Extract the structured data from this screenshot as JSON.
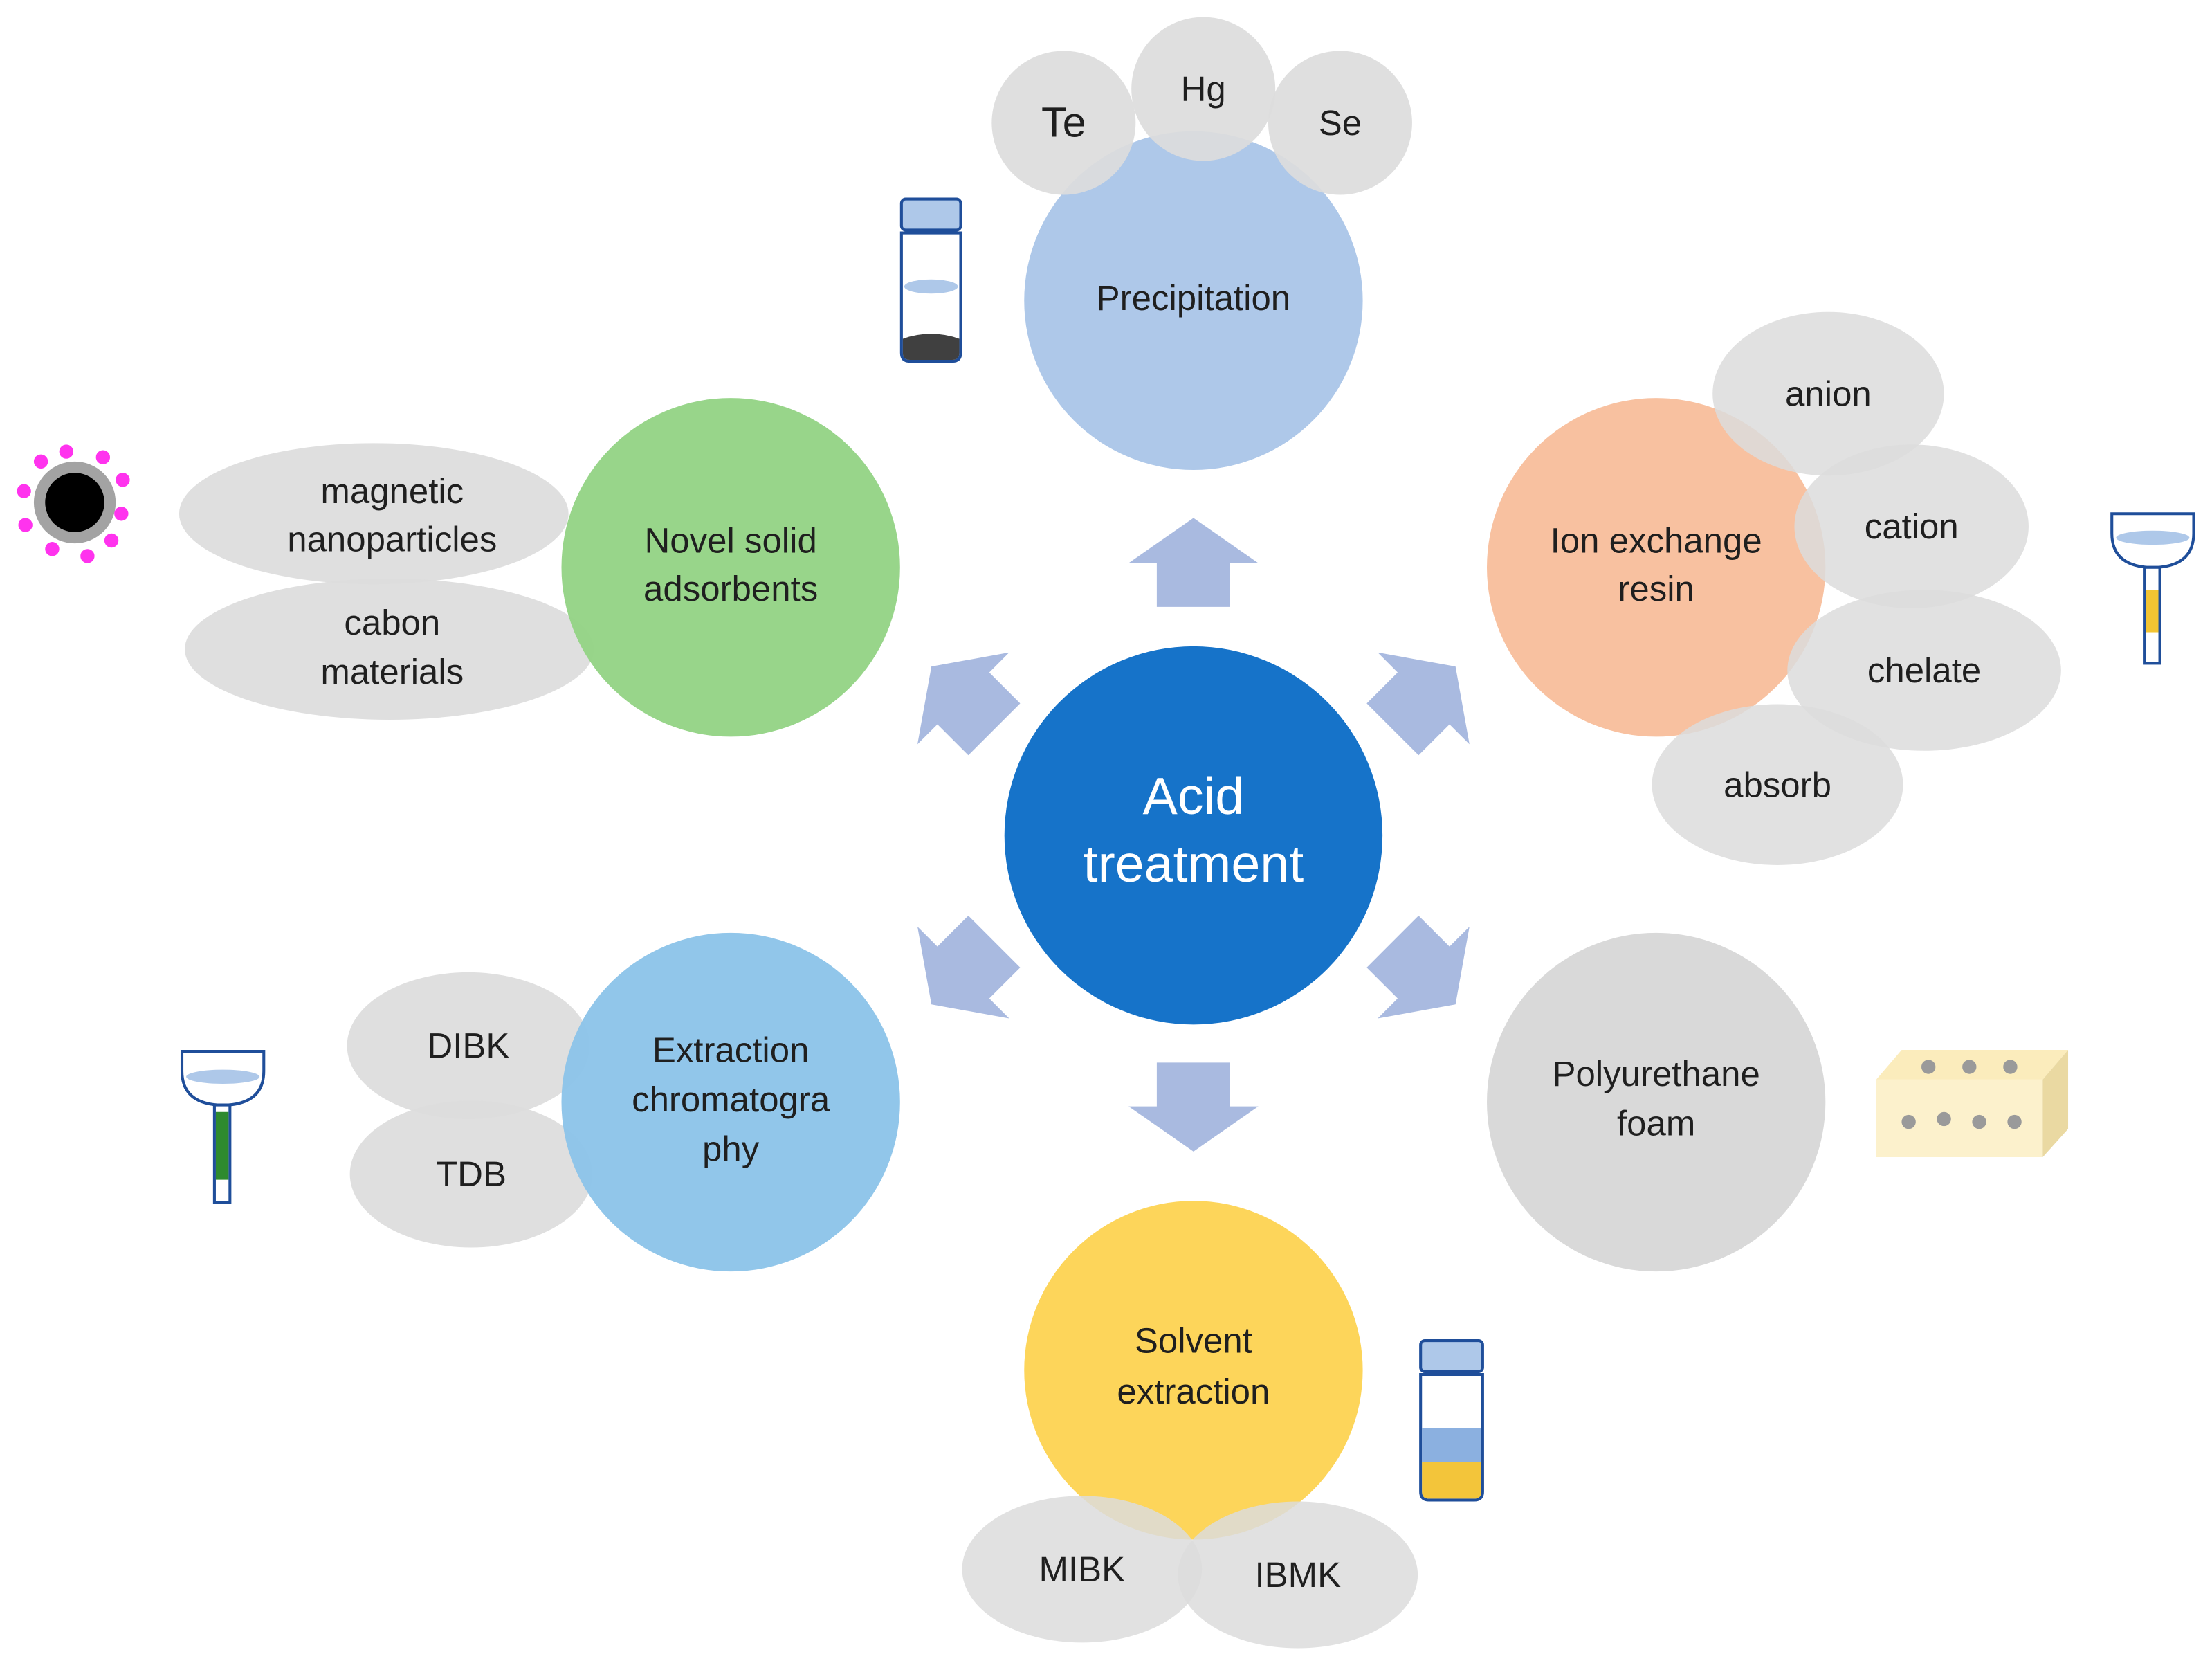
{
  "center": {
    "line1": "Acid",
    "line2": "treatment"
  },
  "nodes": {
    "precipitation": {
      "label": "Precipitation",
      "subs": [
        "Te",
        "Hg",
        "Se"
      ]
    },
    "ion_exchange": {
      "line1": "Ion exchange",
      "line2": "resin",
      "subs": [
        "anion",
        "cation",
        "chelate",
        "absorb"
      ]
    },
    "polyurethane": {
      "line1": "Polyurethane",
      "line2": "foam"
    },
    "solvent": {
      "line1": "Solvent",
      "line2": "extraction",
      "subs": [
        "MIBK",
        "IBMK"
      ]
    },
    "extraction_chrom": {
      "line1": "Extraction",
      "line2": "chromatogra",
      "line3": "phy",
      "subs": [
        "DIBK",
        "TDB"
      ]
    },
    "novel_solid": {
      "line1": "Novel solid",
      "line2": "adsorbents",
      "subs": [
        {
          "line1": "magnetic",
          "line2": "nanoparticles"
        },
        {
          "line1": "cabon",
          "line2": "materials"
        }
      ]
    }
  },
  "colors": {
    "center": "#1673c9",
    "precipitation": "#aec8e9",
    "ion_exchange": "#f8c1a0",
    "polyurethane": "#d9d9d9",
    "solvent": "#fdd55a",
    "extraction_chrom": "#8dc4e9",
    "novel_solid": "#94d385",
    "satellite": "#dcdcdc",
    "arrow": "#a9bae0"
  },
  "icons": [
    "vial-precipitate-icon",
    "magnetic-nanoparticle-icon",
    "column-yellow-icon",
    "column-green-icon",
    "foam-block-icon",
    "vial-two-phase-icon"
  ]
}
